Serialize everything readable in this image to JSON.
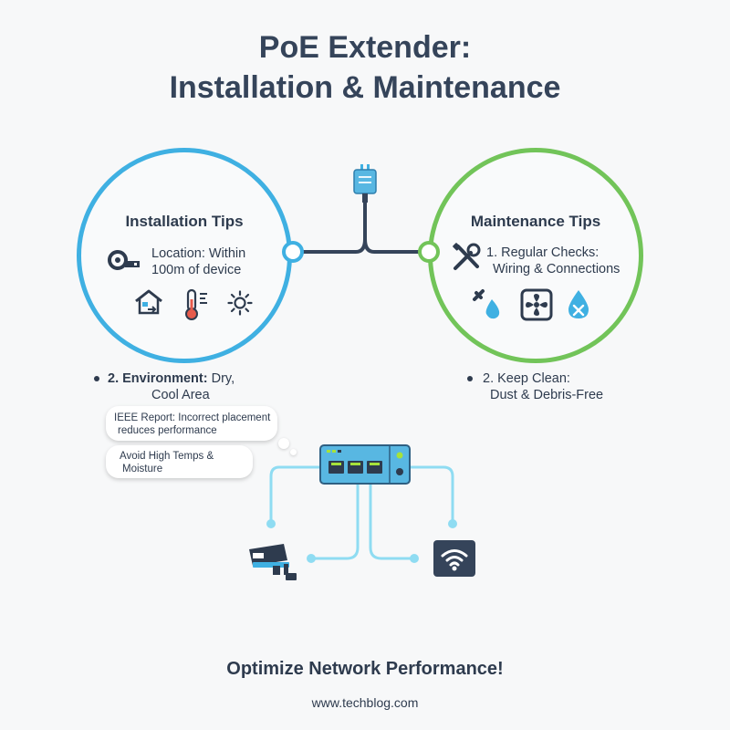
{
  "title": {
    "line1": "PoE Extender:",
    "line2": "Installation & Maintenance"
  },
  "installation": {
    "title": "Installation Tips",
    "location_line1": "Location: Within",
    "location_line2": "100m of device",
    "environment_label": "2. Environment:",
    "environment_value_line1": "Dry,",
    "environment_value_line2": "Cool Area",
    "icons": [
      "cable-icon",
      "home-icon",
      "thermometer-icon",
      "sun-icon"
    ]
  },
  "maintenance": {
    "title": "Maintenance Tips",
    "checks_line1": "1. Regular Checks:",
    "checks_line2": "Wiring & Connections",
    "clean_label": "2. Keep Clean:",
    "clean_value": "Dust & Debris-Free",
    "icons": [
      "tools-icon",
      "wrench-water-icon",
      "fan-icon",
      "no-water-icon"
    ]
  },
  "bubbles": {
    "report_line1": "IEEE Report: Incorrect placement",
    "report_line2": "reduces performance",
    "avoid_line1": "Avoid High Temps &",
    "avoid_line2": "Moisture"
  },
  "footer": {
    "tagline": "Optimize Network Performance!",
    "url": "www.techblog.com"
  },
  "colors": {
    "installation_accent": "#3fb0e2",
    "maintenance_accent": "#72c459",
    "line_dark": "#35445a",
    "line_light": "#8fdcf2",
    "device_blue": "#58b7e2",
    "port_green": "#a6e23a"
  }
}
